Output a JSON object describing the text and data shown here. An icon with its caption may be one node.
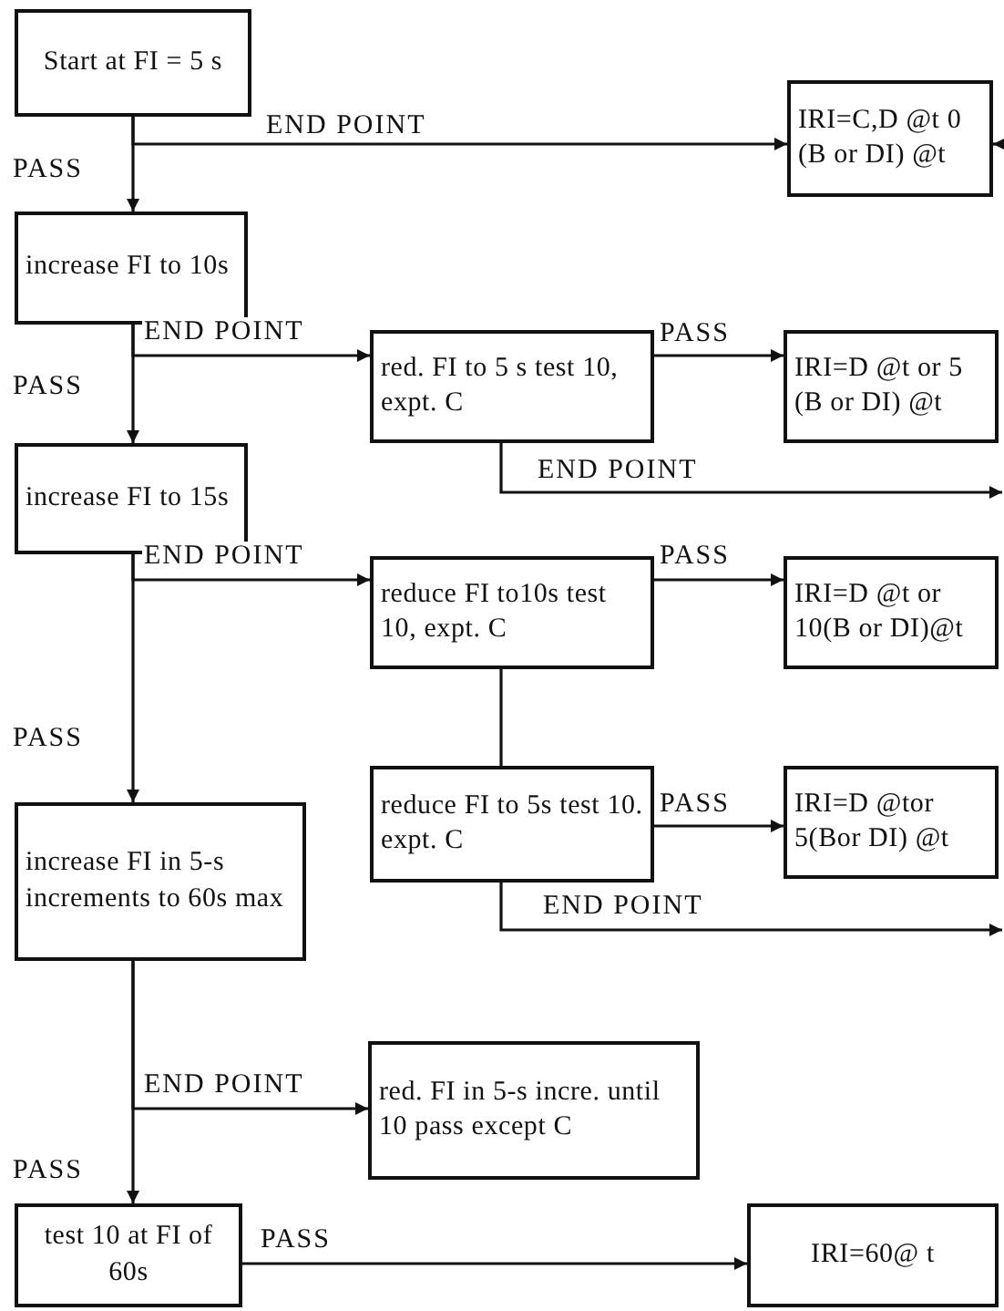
{
  "diagram": {
    "nodes": [
      {
        "text": [
          "Start at FI = 5 s"
        ]
      },
      {
        "text": [
          "IRI=C,D @t 0 (B or DI) @t"
        ]
      },
      {
        "text": [
          "increase FI to 10s"
        ]
      },
      {
        "text": [
          "red. FI to 5 s test 10, expt. C"
        ]
      },
      {
        "text": [
          "IRI=D @t or 5 (B or DI) @t"
        ]
      },
      {
        "text": [
          "increase FI to 15s"
        ]
      },
      {
        "text": [
          "reduce FI to10s test 10, expt. C"
        ]
      },
      {
        "text": [
          "IRI=D @t or 10(B or DI)@t"
        ]
      },
      {
        "text": [
          "reduce FI to 5s test 10. expt. C"
        ]
      },
      {
        "text": [
          "IRI=D @tor 5(Bor DI) @t"
        ]
      },
      {
        "text": [
          "increase FI in 5-s increments to 60s max"
        ]
      },
      {
        "text": [
          "red. FI in 5-s incre. until 10 pass except C"
        ]
      },
      {
        "text": [
          "test 10 at FI of 60s"
        ]
      },
      {
        "text": [
          "IRI=60@ t"
        ]
      }
    ],
    "edges": [
      {
        "from": 0,
        "to": 2,
        "arrow": "to",
        "label": "PASS"
      },
      {
        "from": 0,
        "to": 1,
        "arrow": "to",
        "label": "END POINT"
      },
      {
        "from": null,
        "to": 1,
        "arrow": "to"
      },
      {
        "from": 2,
        "to": 3,
        "arrow": "to",
        "label": "END POINT"
      },
      {
        "from": 2,
        "to": 5,
        "arrow": "to",
        "label": "PASS"
      },
      {
        "from": 3,
        "to": 4,
        "arrow": "to",
        "label": "PASS"
      },
      {
        "from": 3,
        "to": null,
        "arrow": "to",
        "label": "END POINT"
      },
      {
        "from": 5,
        "to": 6,
        "arrow": "to",
        "label": "END POINT"
      },
      {
        "from": 5,
        "to": 10,
        "arrow": "to",
        "label": "PASS"
      },
      {
        "from": 6,
        "to": 7,
        "arrow": "to",
        "label": "PASS"
      },
      {
        "from": 6,
        "to": 8,
        "arrow": "none"
      },
      {
        "from": 8,
        "to": 9,
        "arrow": "to",
        "label": "PASS"
      },
      {
        "from": 8,
        "to": null,
        "arrow": "to",
        "label": "END POINT"
      },
      {
        "from": 10,
        "to": 11,
        "arrow": "to",
        "label": "END POINT"
      },
      {
        "from": 10,
        "to": 12,
        "arrow": "to",
        "label": "PASS"
      },
      {
        "from": 12,
        "to": 13,
        "arrow": "to",
        "label": "PASS"
      }
    ]
  }
}
